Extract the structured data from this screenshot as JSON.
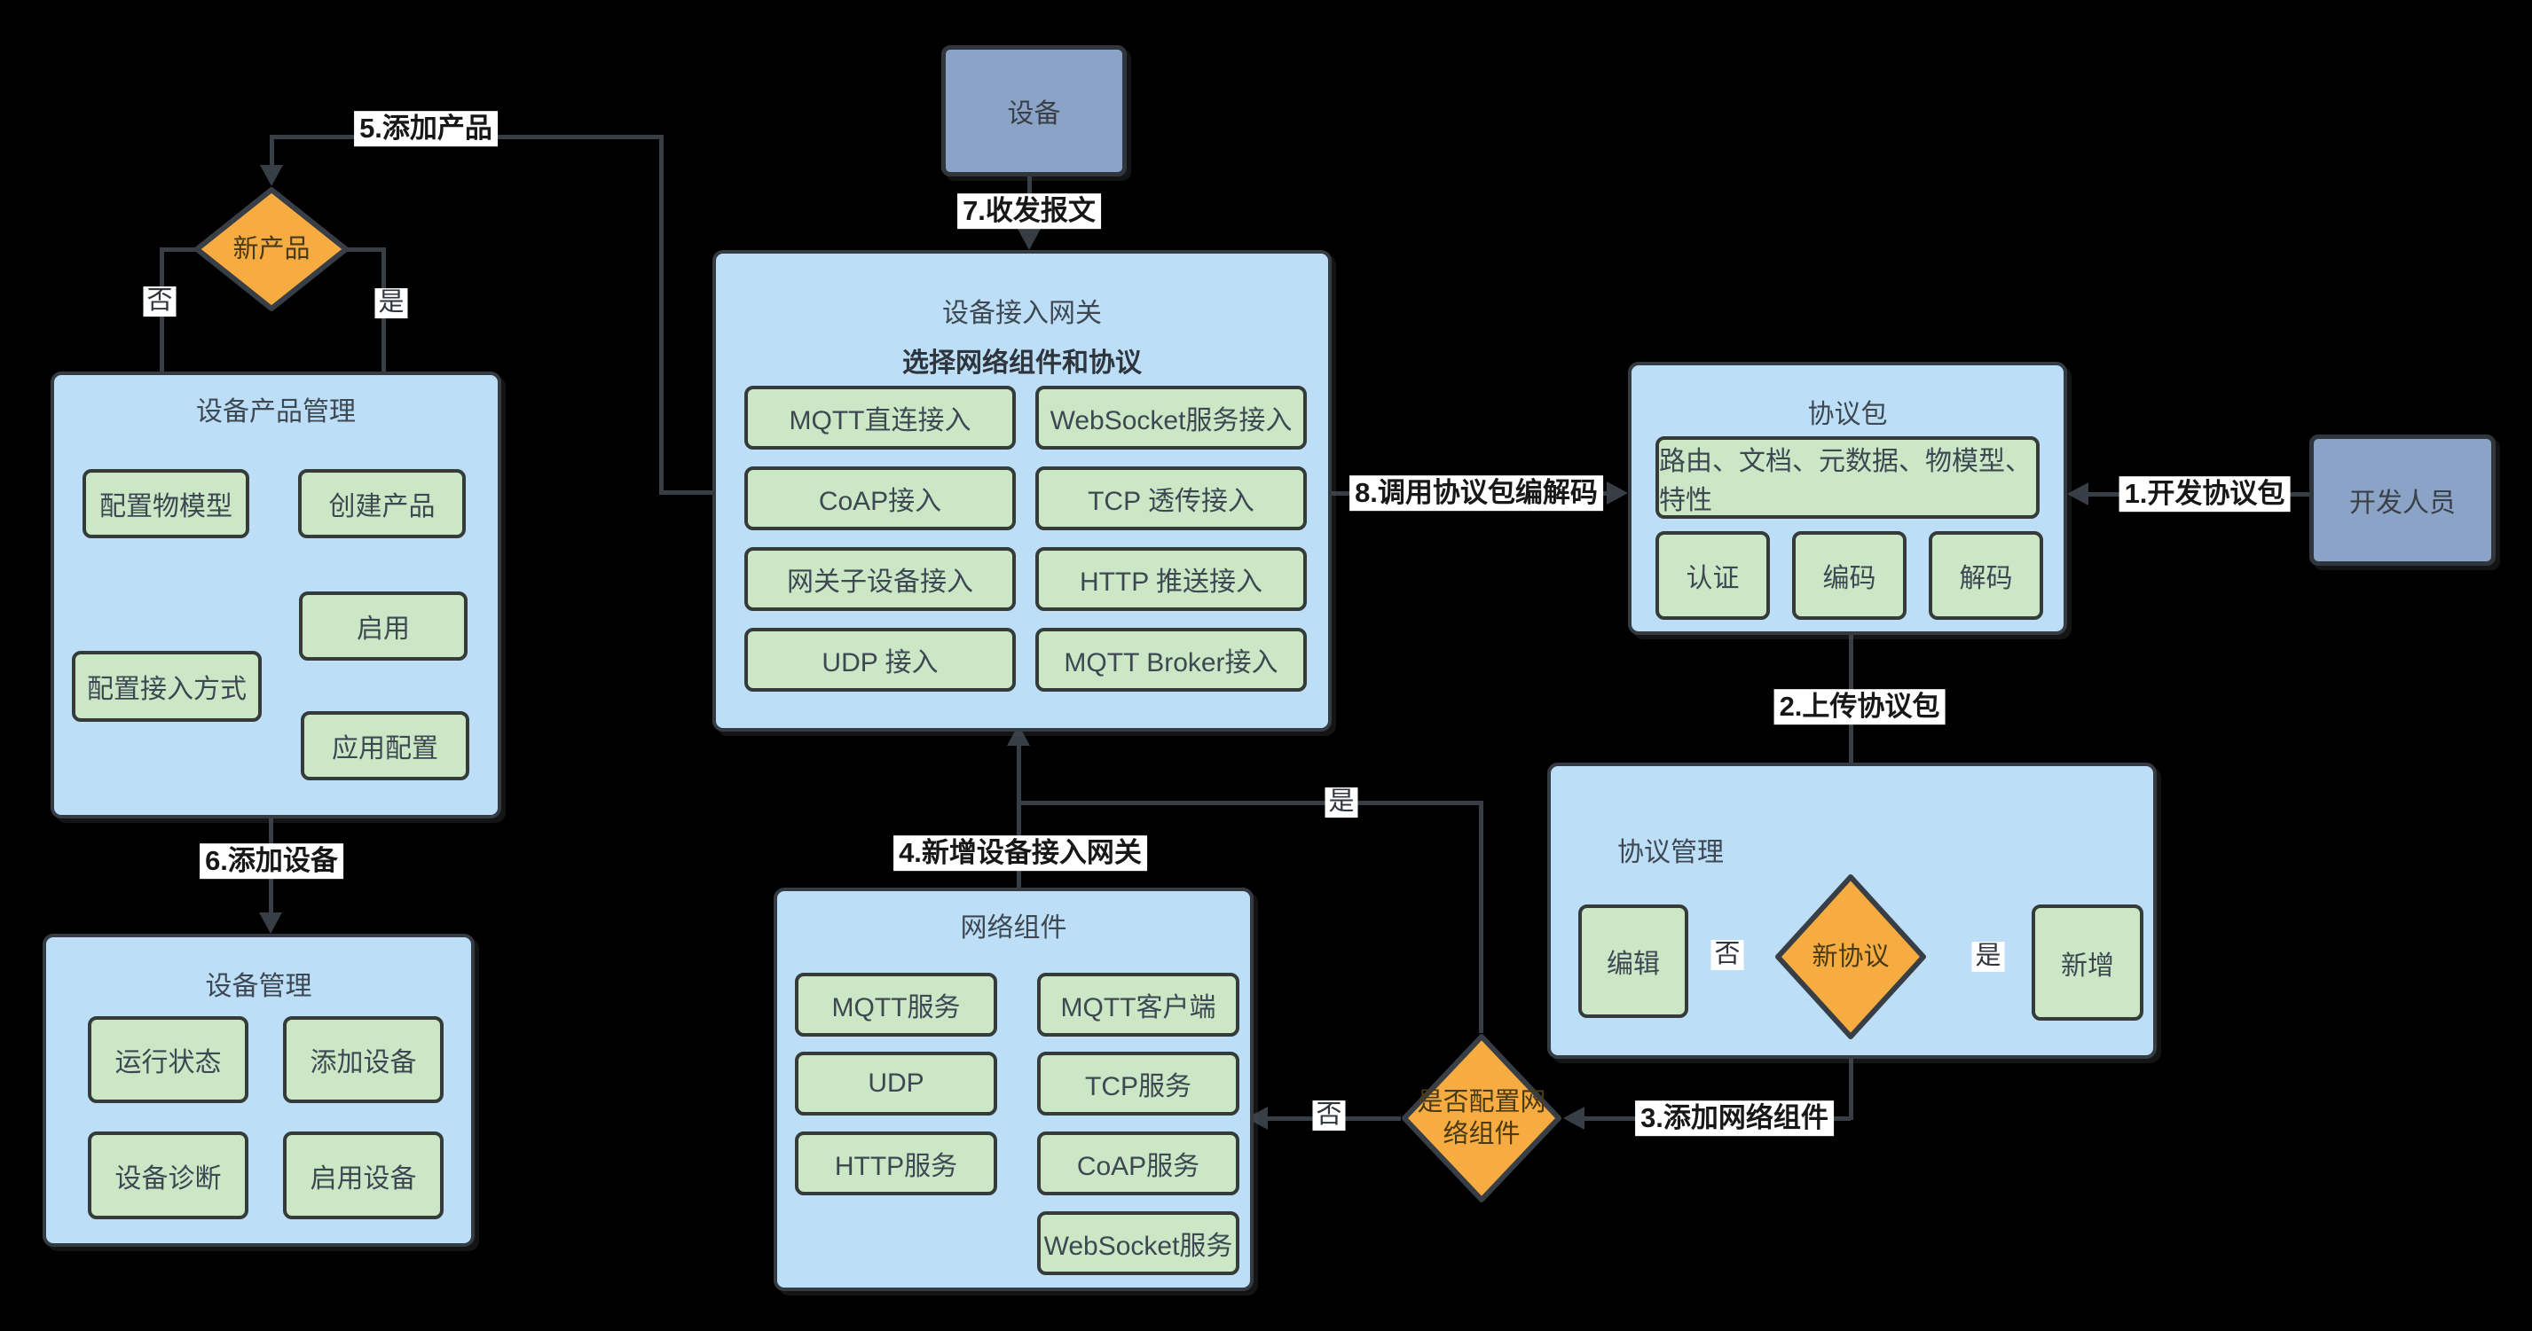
{
  "colors": {
    "background": "#000000",
    "container_blue": "#BDDEF7",
    "button_green": "#CBE7C6",
    "actor_blue_gray": "#8BA3C6",
    "diamond_orange": "#F7AC42",
    "line_dark": "#383E45",
    "ink": "#3E4852",
    "label_bg": "#FFFFFF",
    "label_ink": "#171717"
  },
  "nodes": {
    "device": {
      "label": "设备"
    },
    "developer": {
      "label": "开发人员"
    },
    "gateway": {
      "title": "设备接入网关",
      "subtitle": "选择网络组件和协议",
      "buttons": [
        "MQTT直连接入",
        "WebSocket服务接入",
        "CoAP接入",
        "TCP 透传接入",
        "网关子设备接入",
        "HTTP 推送接入",
        "UDP 接入",
        "MQTT Broker接入"
      ]
    },
    "protocol_package": {
      "title": "协议包",
      "wide_button": "路由、文档、元数据、物模型、特性",
      "buttons": [
        "认证",
        "编码",
        "解码"
      ]
    },
    "protocol_mgmt": {
      "title": "协议管理",
      "edit": "编辑",
      "diamond": "新协议",
      "add": "新增"
    },
    "network": {
      "title": "网络组件",
      "buttons": [
        "MQTT服务",
        "MQTT客户端",
        "UDP",
        "TCP服务",
        "HTTP服务",
        "CoAP服务",
        "WebSocket服务"
      ]
    },
    "product_mgmt": {
      "title": "设备产品管理",
      "config_model": "配置物模型",
      "create_product": "创建产品",
      "config_access": "配置接入方式",
      "enable": "启用",
      "app_config": "应用配置"
    },
    "device_mgmt": {
      "title": "设备管理",
      "buttons": [
        "运行状态",
        "添加设备",
        "设备诊断",
        "启用设备"
      ]
    },
    "new_product": {
      "label": "新产品"
    },
    "config_network": {
      "line1": "是否配置网",
      "line2": "络组件"
    }
  },
  "labels": {
    "s1": "1.开发协议包",
    "s2": "2.上传协议包",
    "s3": "3.添加网络组件",
    "s4": "4.新增设备接入网关",
    "s5": "5.添加产品",
    "s6": "6.添加设备",
    "s7": "7.收发报文",
    "s8": "8.调用协议包编解码",
    "yes": "是",
    "no": "否"
  }
}
